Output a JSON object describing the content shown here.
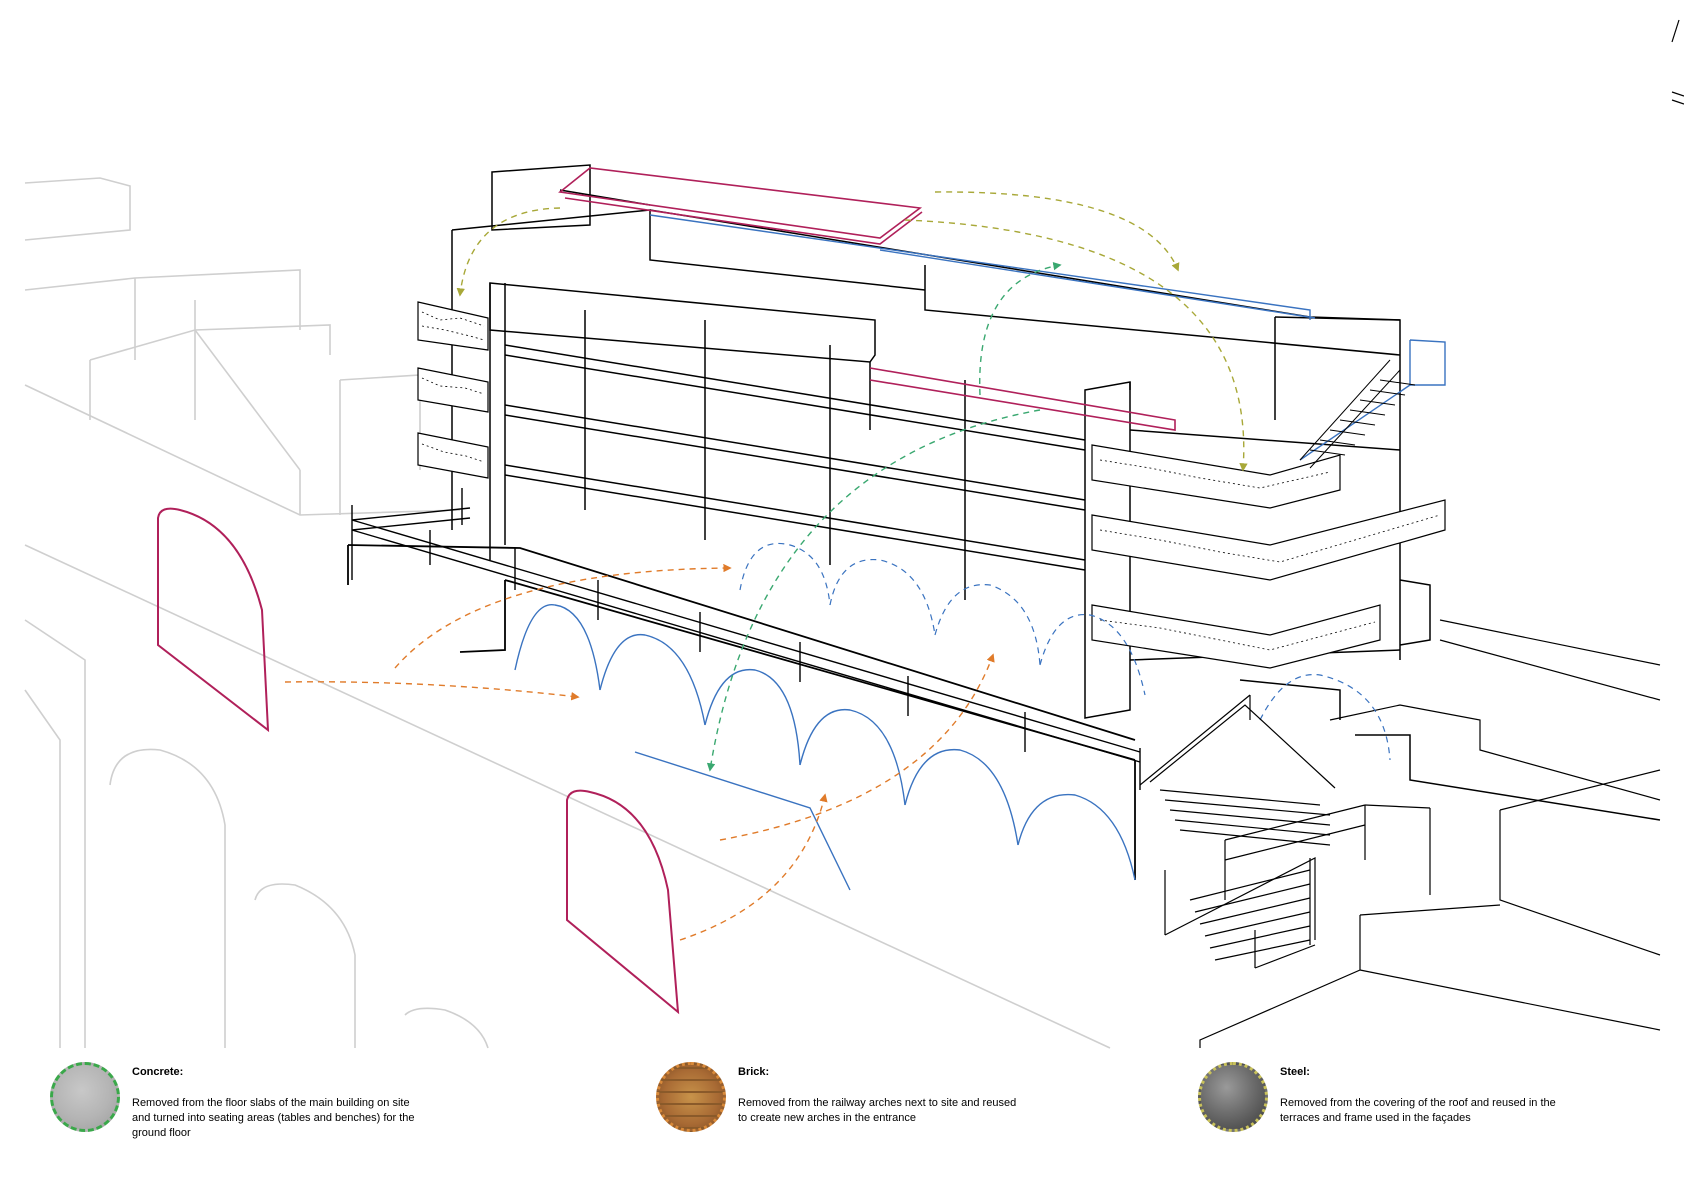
{
  "colors": {
    "context_lines": "#cfcfcf",
    "building_lines": "#000000",
    "arch_blue": "#3a73c0",
    "roof_magenta": "#b0205a",
    "flow_orange": "#e07b2a",
    "flow_green": "#3aa870",
    "flow_olive": "#a8a838"
  },
  "legend": [
    {
      "key": "concrete",
      "title": "Concrete:",
      "description": "Removed from the floor slabs of the main building on site and turned into seating areas (tables and benches) for the ground floor",
      "border_color": "#3aa84a",
      "icon": "concrete-texture-icon"
    },
    {
      "key": "brick",
      "title": "Brick:",
      "description": "Removed from the railway arches next to site and reused to create new arches in the entrance",
      "border_color": "#d98a3a",
      "icon": "brick-texture-icon"
    },
    {
      "key": "steel",
      "title": "Steel:",
      "description": "Removed from the covering of the roof and reused in the terraces and frame used in the façades",
      "border_color": "#c9c25a",
      "icon": "steel-texture-icon"
    }
  ]
}
